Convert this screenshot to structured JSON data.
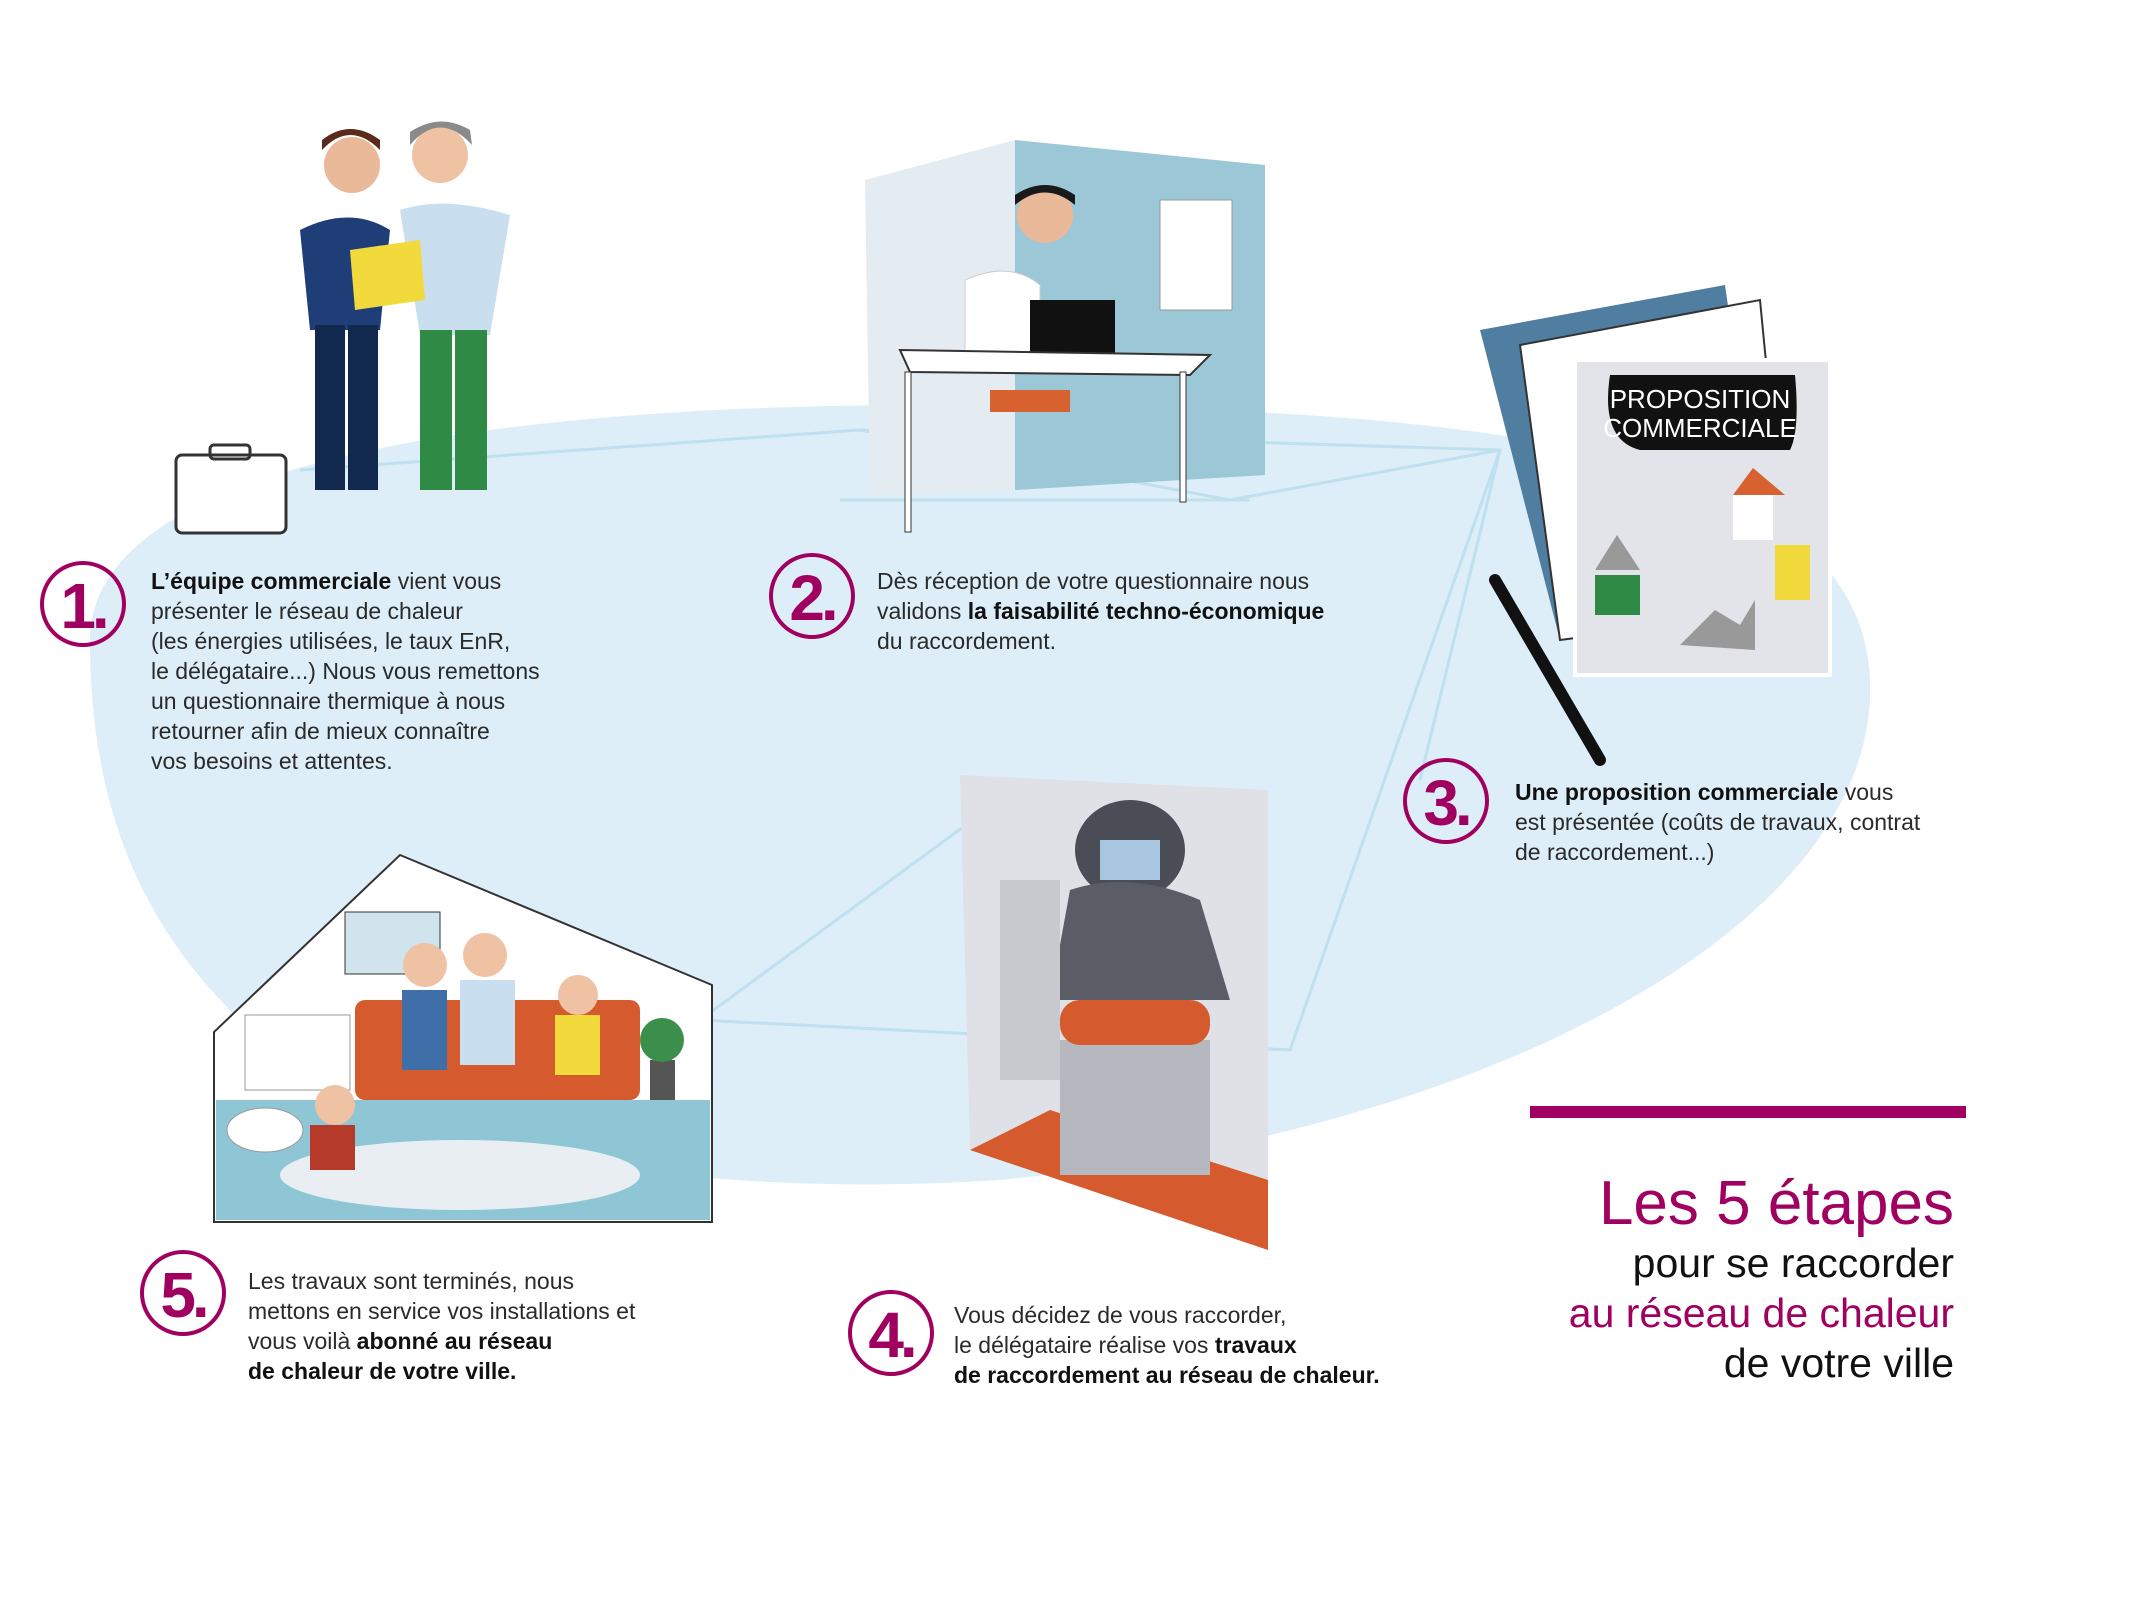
{
  "colors": {
    "accent": "#a0005f",
    "blob": "#ddeef8",
    "lines": "#bfe0ee"
  },
  "illustration_labels": {
    "proposal_line1": "PROPOSITION",
    "proposal_line2": "COMMERCIALE"
  },
  "steps": [
    {
      "number": "1.",
      "lines": [
        [
          {
            "t": "L’équipe commerciale",
            "b": true
          },
          {
            "t": " vient vous"
          }
        ],
        [
          {
            "t": "présenter le réseau de chaleur"
          }
        ],
        [
          {
            "t": "(les énergies utilisées, le taux EnR,"
          }
        ],
        [
          {
            "t": "le délégataire...) Nous vous remettons"
          }
        ],
        [
          {
            "t": "un questionnaire thermique à nous"
          }
        ],
        [
          {
            "t": "retourner afin de mieux connaître"
          }
        ],
        [
          {
            "t": "vos besoins et attentes."
          }
        ]
      ]
    },
    {
      "number": "2.",
      "lines": [
        [
          {
            "t": "Dès réception de votre questionnaire nous"
          }
        ],
        [
          {
            "t": "validons "
          },
          {
            "t": "la faisabilité techno-économique",
            "b": true
          }
        ],
        [
          {
            "t": "du raccordement."
          }
        ]
      ]
    },
    {
      "number": "3.",
      "lines": [
        [
          {
            "t": "Une proposition commerciale",
            "b": true
          },
          {
            "t": " vous"
          }
        ],
        [
          {
            "t": "est présentée (coûts de travaux, contrat"
          }
        ],
        [
          {
            "t": "de raccordement...)"
          }
        ]
      ]
    },
    {
      "number": "4.",
      "lines": [
        [
          {
            "t": "Vous décidez de vous raccorder,"
          }
        ],
        [
          {
            "t": "le délégataire réalise vos "
          },
          {
            "t": "travaux",
            "b": true
          }
        ],
        [
          {
            "t": "de raccordement au réseau de chaleur.",
            "b": true
          }
        ]
      ]
    },
    {
      "number": "5.",
      "lines": [
        [
          {
            "t": "Les travaux sont terminés, nous"
          }
        ],
        [
          {
            "t": "mettons en service vos installations et"
          }
        ],
        [
          {
            "t": "vous voilà "
          },
          {
            "t": "abonné au réseau",
            "b": true
          }
        ],
        [
          {
            "t": "de chaleur de votre ville.",
            "b": true
          }
        ]
      ]
    }
  ],
  "title": {
    "line1": "Les 5 étapes",
    "line2": "pour se raccorder",
    "line3": "au réseau de chaleur",
    "line4": "de votre ville"
  }
}
